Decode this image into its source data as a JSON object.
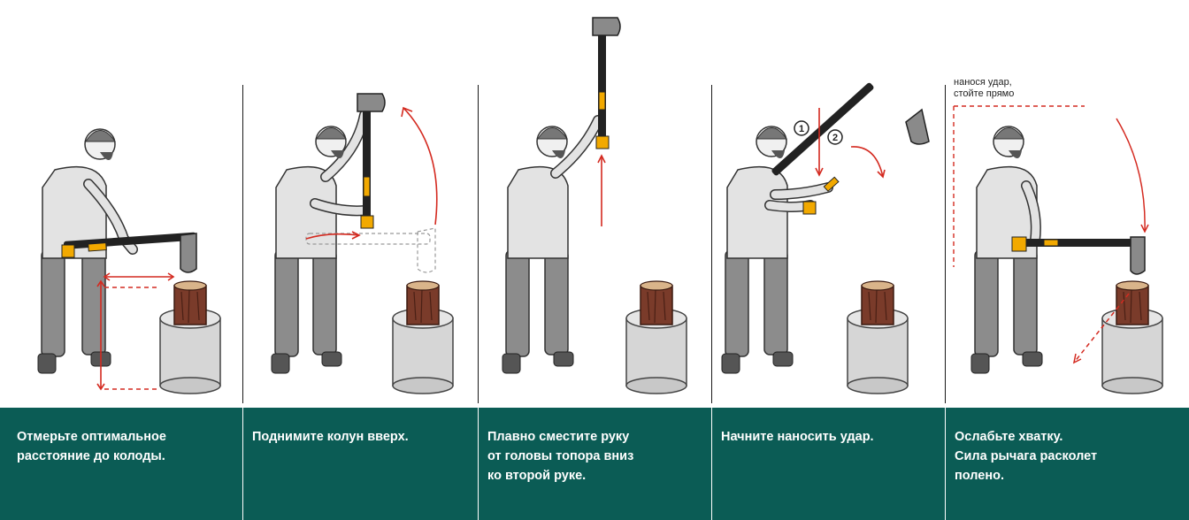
{
  "colors": {
    "caption_bg": "#0b5c55",
    "caption_text": "#ffffff",
    "arrow": "#d42a20",
    "axe_accent": "#f2a900",
    "shirt": "#e3e3e3",
    "trousers": "#8c8c8c",
    "log_wood": "#7a3b2a",
    "stump": "#d6d6d6"
  },
  "annotation": {
    "line1": "нанося удар,",
    "line2": "стойте прямо"
  },
  "markers": {
    "one": "1",
    "two": "2"
  },
  "steps": [
    {
      "caption": "Отмерьте оптимальное\nрасстояние до колоды."
    },
    {
      "caption": "Поднимите колун вверх."
    },
    {
      "caption": "Плавно сместите руку\nот головы топора вниз\nко второй руке."
    },
    {
      "caption": "Начните наносить удар."
    },
    {
      "caption": "Ослабьте хватку.\nСила рычага расколет\nполено."
    }
  ]
}
